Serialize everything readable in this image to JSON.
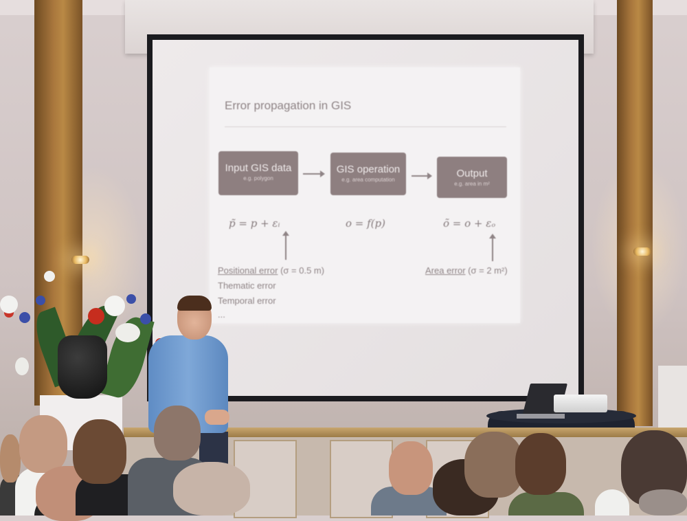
{
  "slide": {
    "title": "Error propagation in GIS",
    "boxes": [
      {
        "title": "Input GIS data",
        "subtitle": "e.g. polygon"
      },
      {
        "title": "GIS operation",
        "subtitle": "e.g. area computation"
      },
      {
        "title": "Output",
        "subtitle": "e.g. area in m²"
      }
    ],
    "formulas": [
      "p̃ = p + εᵢ",
      "o = f(p)",
      "õ = o + εₒ"
    ],
    "errors": {
      "positional_label": "Positional error",
      "positional_value": "(σ = 0.5 m)",
      "thematic": "Thematic error",
      "temporal": "Temporal error",
      "ellipsis": "...",
      "area_label": "Area error",
      "area_value": "(σ = 2 m²)"
    }
  },
  "colors": {
    "slide_box": "#8e7f80",
    "slide_text": "#8f8486",
    "screen_frame": "#1b1b1f",
    "wood_beam": "#a9773d",
    "shirt": "#7fa8d8"
  }
}
